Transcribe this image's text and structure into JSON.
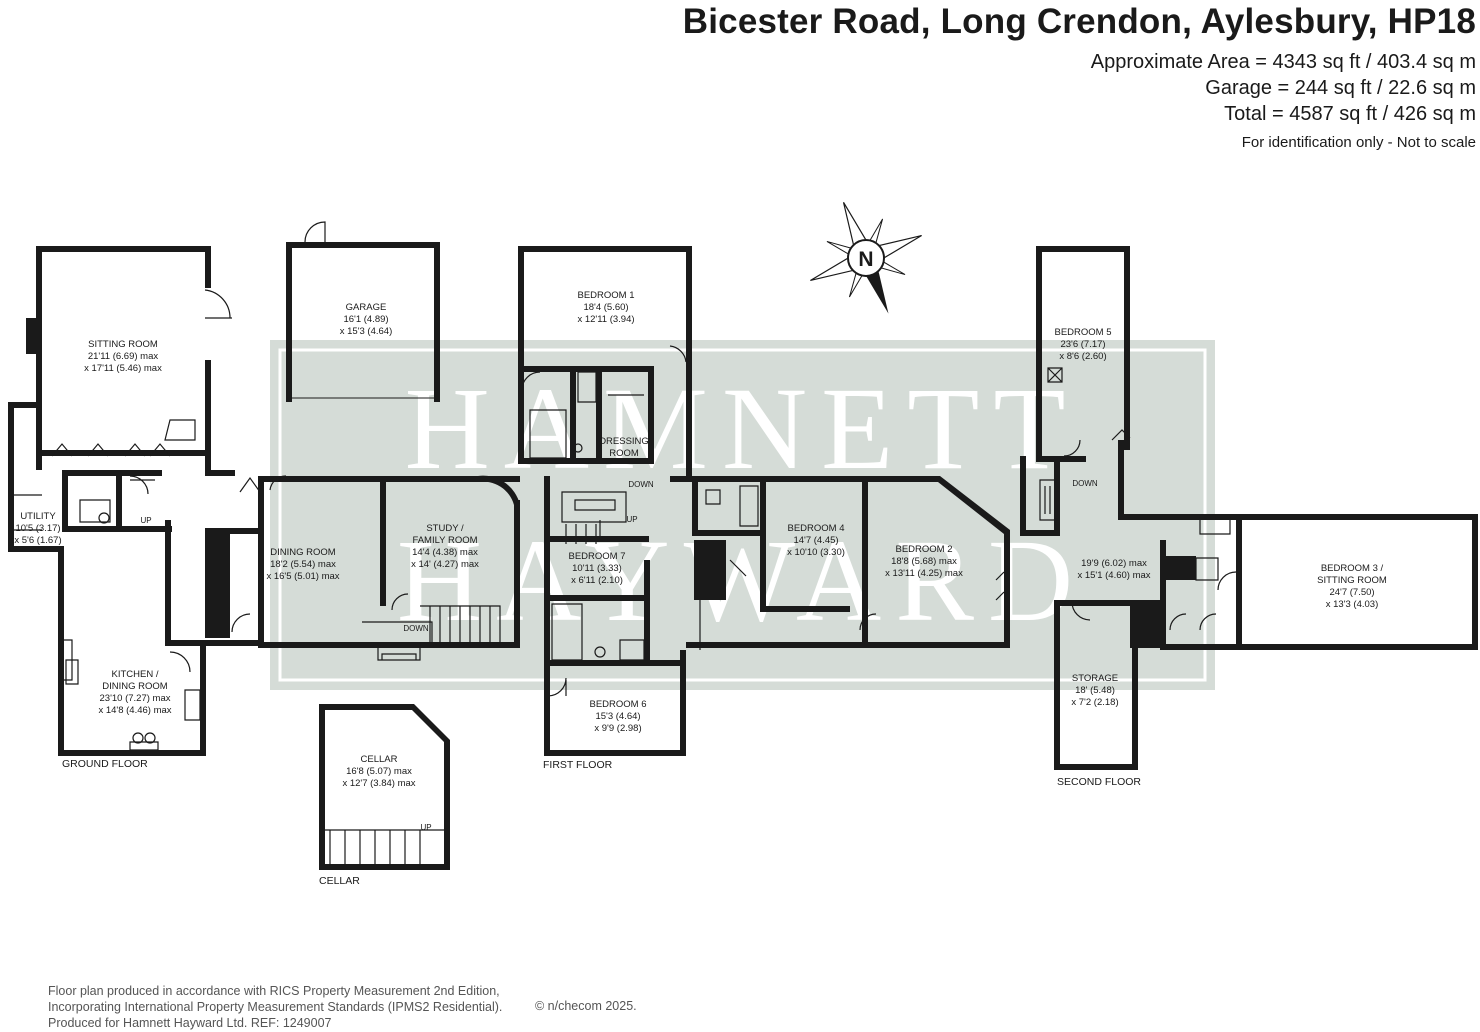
{
  "header": {
    "address": "Bicester Road, Long Crendon, Aylesbury, HP18",
    "approx_area": "Approximate Area = 4343  sq ft / 403.4 sq m",
    "garage_area": "Garage = 244 sq ft / 22.6 sq m",
    "total_area": "Total = 4587 sq ft / 426 sq m",
    "note": "For identification only - Not to scale"
  },
  "watermark": {
    "line1": "HAMNETT",
    "line2": "HAYWARD"
  },
  "compass": {
    "label": "N"
  },
  "floors": {
    "ground": "GROUND FLOOR",
    "first": "FIRST FLOOR",
    "second": "SECOND FLOOR",
    "cellar": "CELLAR"
  },
  "rooms": {
    "sitting_room": {
      "name": "SITTING ROOM",
      "dim1": "21'11 (6.69) max",
      "dim2": "x 17'11 (5.46) max"
    },
    "garage": {
      "name": "GARAGE",
      "dim1": "16'1 (4.89)",
      "dim2": "x 15'3 (4.64)"
    },
    "utility": {
      "name": "UTILITY",
      "dim1": "10'5 (3.17)",
      "dim2": "x 5'6 (1.67)"
    },
    "dining_room": {
      "name": "DINING ROOM",
      "dim1": "18'2 (5.54) max",
      "dim2": "x 16'5 (5.01) max"
    },
    "study": {
      "name1": "STUDY /",
      "name2": "FAMILY ROOM",
      "dim1": "14'4 (4.38) max",
      "dim2": "x 14' (4.27) max"
    },
    "kitchen": {
      "name1": "KITCHEN /",
      "name2": "DINING ROOM",
      "dim1": "23'10 (7.27) max",
      "dim2": "x 14'8 (4.46) max"
    },
    "cellar": {
      "name": "CELLAR",
      "dim1": "16'8 (5.07) max",
      "dim2": "x 12'7 (3.84) max"
    },
    "bedroom1": {
      "name": "BEDROOM 1",
      "dim1": "18'4 (5.60)",
      "dim2": "x 12'11 (3.94)"
    },
    "dressing": {
      "name1": "DRESSING",
      "name2": "ROOM"
    },
    "bedroom7": {
      "name": "BEDROOM 7",
      "dim1": "10'11 (3.33)",
      "dim2": "x 6'11 (2.10)"
    },
    "bedroom4": {
      "name": "BEDROOM 4",
      "dim1": "14'7 (4.45)",
      "dim2": "x 10'10 (3.30)"
    },
    "bedroom2": {
      "name": "BEDROOM 2",
      "dim1": "18'8 (5.68) max",
      "dim2": "x 13'11 (4.25) max"
    },
    "bedroom6": {
      "name": "BEDROOM 6",
      "dim1": "15'3 (4.64)",
      "dim2": "x 9'9 (2.98)"
    },
    "bedroom5": {
      "name": "BEDROOM 5",
      "dim1": "23'6 (7.17)",
      "dim2": "x 8'6 (2.60)"
    },
    "landing": {
      "dim1": "19'9 (6.02) max",
      "dim2": "x 15'1 (4.60) max"
    },
    "bedroom3": {
      "name1": "BEDROOM 3 /",
      "name2": "SITTING ROOM",
      "dim1": "24'7 (7.50)",
      "dim2": "x 13'3 (4.03)"
    },
    "storage": {
      "name": "STORAGE",
      "dim1": "18' (5.48)",
      "dim2": "x 7'2 (2.18)"
    }
  },
  "stair_labels": {
    "ground_up": "UP",
    "ground_down": "DOWN",
    "first_down": "DOWN",
    "first_up": "UP",
    "second_down": "DOWN",
    "cellar_up": "UP"
  },
  "footer": {
    "line1": "Floor plan produced in accordance with RICS Property Measurement 2nd Edition,",
    "line2": "Incorporating International Property Measurement Standards (IPMS2 Residential).",
    "line3": "Produced for Hamnett Hayward Ltd.   REF:  1249007",
    "copyright": "© n/checom 2025."
  },
  "colors": {
    "walls": "#1a1a1a",
    "watermark_panel": "#d5dcd7",
    "text": "#1a1a1a",
    "footer_text": "#555555"
  }
}
